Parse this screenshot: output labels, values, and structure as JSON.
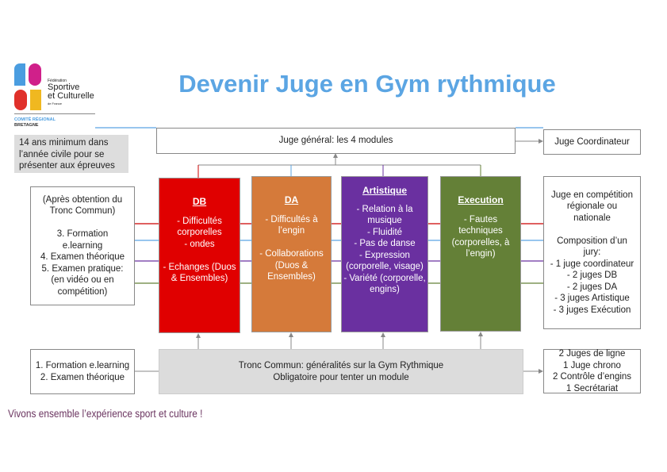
{
  "logo": {
    "line1": "Fédération",
    "line2": "Sportive",
    "line3": "et Culturelle",
    "line4": "de France",
    "region": "COMITÉ RÉGIONAL",
    "region2": "BRETAGNE"
  },
  "title": "Devenir Juge en Gym rythmique",
  "age_note": "14 ans minimum dans l’année civile pour se présenter aux épreuves",
  "juge_general": "Juge général: les 4 modules",
  "juge_coordinateur": "Juge Coordinateur",
  "left_steps": "(Après obtention du Tronc Commun)\n\n3. Formation e.learning\n4. Examen théorique\n5. Examen pratique: (en vidéo ou en compétition)",
  "modules": [
    {
      "title": "DB",
      "text": "- Difficultés corporelles\n- ondes\n\n- Echanges (Duos & Ensembles)",
      "color": "#e00000"
    },
    {
      "title": "DA",
      "text": "- Difficultés à l’engin\n\n- Collaborations (Duos & Ensembles)",
      "color": "#d57a3a"
    },
    {
      "title": "Artistique",
      "text": "- Relation à la musique\n- Fluidité\n- Pas de danse\n- Expression (corporelle, visage)\n- Variété (corporelle, engins)",
      "color": "#6a30a0"
    },
    {
      "title": "Execution",
      "text": "- Fautes techniques (corporelles, à l’engin)",
      "color": "#648037"
    }
  ],
  "right_info": "Juge en compétition régionale ou nationale\n\nComposition d’un jury:\n- 1 juge coordinateur\n- 2 juges DB\n- 2 juges DA\n- 3 juges Artistique\n- 3 juges Exécution",
  "bottom_left": "1. Formation e.learning\n2. Examen théorique",
  "tronc_commun": "Tronc Commun: généralités sur la Gym Rythmique\nObligatoire pour tenter un module",
  "bottom_right": "2 Juges de ligne\n1 Juge chrono\n2 Contrôle d’engins\n1 Secrétariat",
  "footer": "Vivons ensemble l’expérience sport et culture !"
}
